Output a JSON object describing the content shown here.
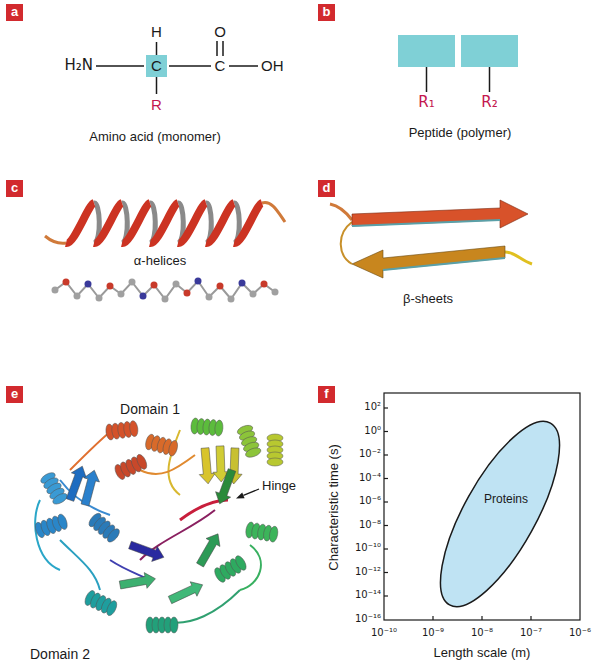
{
  "diagram": {
    "nodes": [
      {
        "text": [
          "a"
        ]
      },
      {
        "text": [
          "b"
        ]
      },
      {
        "text": [
          "C"
        ]
      },
      {
        "text": [
          "c"
        ]
      },
      {
        "text": [
          "d"
        ]
      },
      {
        "text": [
          "e"
        ]
      },
      {
        "text": [
          "f"
        ]
      },
      {
        "text": [
          "Proteins"
        ]
      }
    ],
    "labels": [
      "H",
      "H₂N",
      "C",
      "O",
      "OH",
      "R",
      "Amino acid (monomer)",
      "R₁",
      "R₂",
      "Peptide (polymer)",
      "α-helices",
      "β-sheets",
      "Domain 1",
      "Hinge",
      "Domain 2",
      "10²",
      "10⁰",
      "10⁻²",
      "10⁻⁴",
      "10⁻⁶",
      "10⁻⁸",
      "10⁻¹⁰",
      "10⁻¹²",
      "10⁻¹⁴",
      "10⁻¹⁶",
      "Characteristic time (s)",
      "10⁻¹⁰",
      "10⁻⁹",
      "10⁻⁸",
      "10⁻⁷",
      "10⁻⁶",
      "Length scale (m)"
    ]
  }
}
